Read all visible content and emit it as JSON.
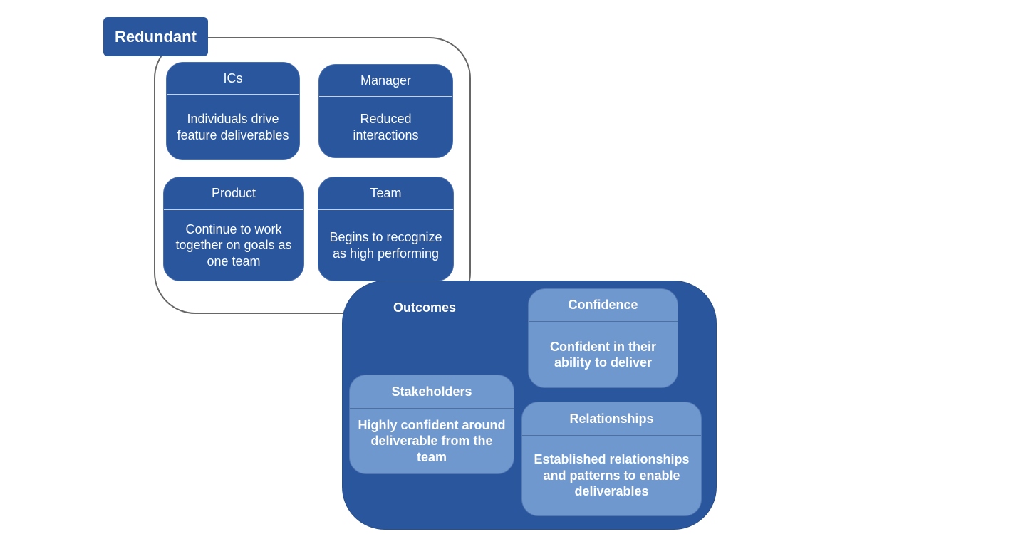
{
  "redundant": {
    "label": "Redundant",
    "cards": [
      {
        "title": "ICs",
        "body": "Individuals drive feature deliverables"
      },
      {
        "title": "Manager",
        "body": "Reduced interactions"
      },
      {
        "title": "Product",
        "body": "Continue to work together on goals as one team"
      },
      {
        "title": "Team",
        "body": "Begins to recognize as high performing"
      }
    ]
  },
  "outcomes": {
    "label": "Outcomes",
    "cards": [
      {
        "title": "Confidence",
        "body": "Confident in their ability to deliver"
      },
      {
        "title": "Stakeholders",
        "body": "Highly confident around deliverable from the team"
      },
      {
        "title": "Relationships",
        "body": "Established relationships and patterns to enable deliverables"
      }
    ]
  },
  "colors": {
    "dark_blue": "#2a569d",
    "light_blue": "#6f98cf",
    "outline_gray": "#666666"
  }
}
